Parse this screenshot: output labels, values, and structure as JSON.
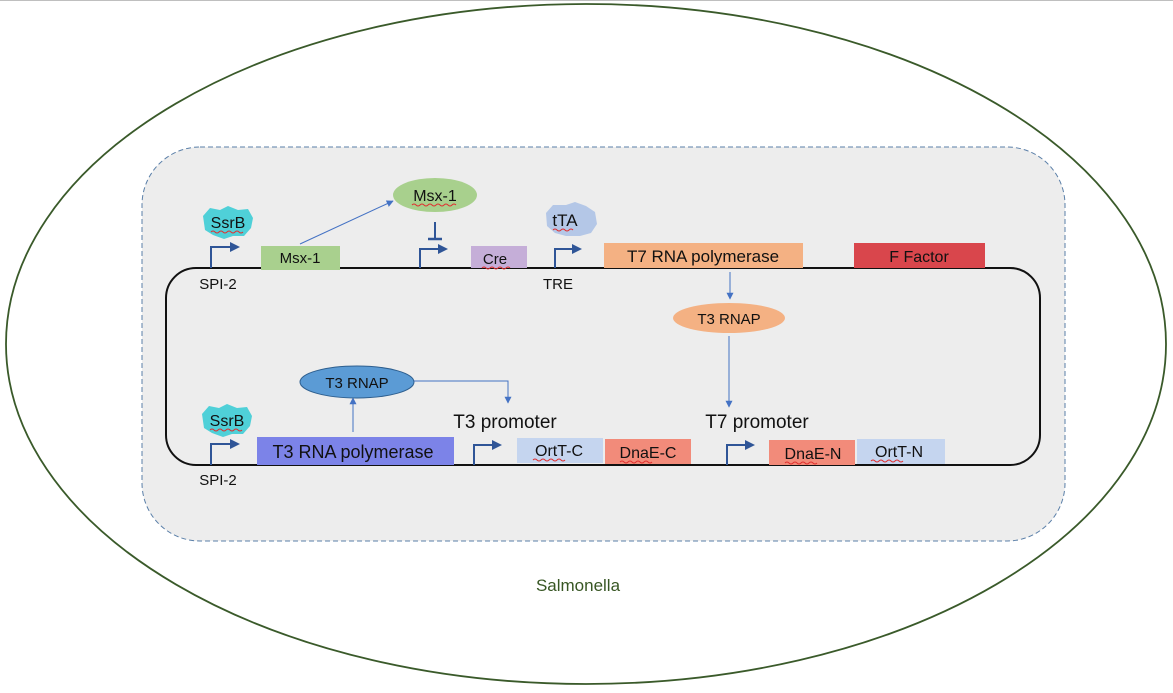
{
  "organism_label": "Salmonella",
  "colors": {
    "cell_outline": "#3a5a2a",
    "organism_label": "#375623",
    "compartment_fill": "#ededed",
    "compartment_border": "#5a7fa8",
    "plasmid_line": "#111111",
    "arrow": "#4472c4",
    "promoter_arrow": "#2f5597",
    "misspell_underline": "#e03030"
  },
  "proteins": {
    "ssrb_top": {
      "label": "SsrB",
      "color": "#4fd0d8"
    },
    "msx1_protein": {
      "label": "Msx-1",
      "color": "#a8d08d"
    },
    "tta": {
      "label": "tTA",
      "color": "#b4c7e7"
    },
    "t3rnap_top": {
      "label": "T3 RNAP",
      "color": "#f4b183"
    },
    "t3rnap_bottom": {
      "label": "T3 RNAP",
      "color": "#5b9bd5"
    },
    "ssrb_bottom": {
      "label": "SsrB",
      "color": "#4fd0d8"
    }
  },
  "genes": {
    "msx1_gene": {
      "label": "Msx-1",
      "color": "#a9d08e"
    },
    "cre": {
      "label": "Cre",
      "color": "#c5aed8"
    },
    "t7_rna_polymerase": {
      "label": "T7 RNA polymerase",
      "color": "#f4b183"
    },
    "f_factor": {
      "label": "F Factor",
      "color": "#d9464c"
    },
    "t3_rna_polymerase": {
      "label": "T3 RNA polymerase",
      "color": "#7c83e8"
    },
    "ortt_c": {
      "label": "OrtT-C",
      "color": "#c5d5ef"
    },
    "dnae_c": {
      "label": "DnaE-C",
      "color": "#f28b7a"
    },
    "dnae_n": {
      "label": "DnaE-N",
      "color": "#f28b7a"
    },
    "ortt_n": {
      "label": "OrtT-N",
      "color": "#c5d5ef"
    }
  },
  "promoters": {
    "spi2_top": "SPI-2",
    "tre": "TRE",
    "t3_promoter": "T3 promoter",
    "t7_promoter": "T7 promoter",
    "spi2_bottom": "SPI-2"
  }
}
